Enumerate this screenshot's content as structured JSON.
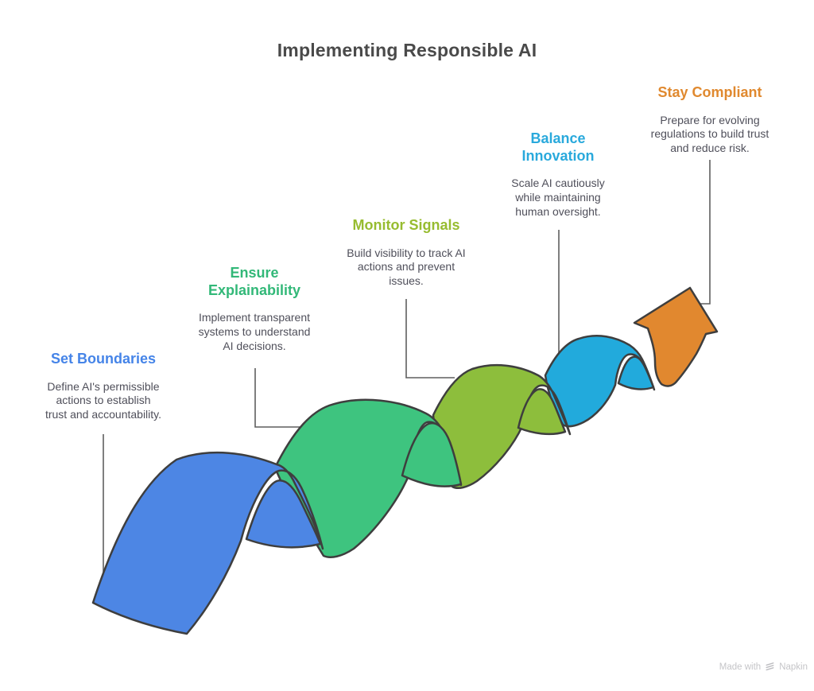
{
  "title": "Implementing Responsible AI",
  "stages": [
    {
      "heading": "Set Boundaries",
      "heading_lines": [
        "Set Boundaries"
      ],
      "description": "Define AI's permissible actions to establish trust and accountability.",
      "desc_lines": [
        "Define AI's permissible",
        "actions to establish",
        "trust and accountability."
      ],
      "color": "#4584E8",
      "fill": "#4D86E4"
    },
    {
      "heading": "Ensure Explainability",
      "heading_lines": [
        "Ensure",
        "Explainability"
      ],
      "description": "Implement transparent systems to understand AI decisions.",
      "desc_lines": [
        "Implement transparent",
        "systems to understand",
        "AI decisions."
      ],
      "color": "#32B878",
      "fill": "#3EC47F"
    },
    {
      "heading": "Monitor Signals",
      "heading_lines": [
        "Monitor Signals"
      ],
      "description": "Build visibility to track AI actions and prevent issues.",
      "desc_lines": [
        "Build visibility to track AI",
        "actions and prevent",
        "issues."
      ],
      "color": "#97BC30",
      "fill": "#8DBE3C"
    },
    {
      "heading": "Balance Innovation",
      "heading_lines": [
        "Balance",
        "Innovation"
      ],
      "description": "Scale AI cautiously while maintaining human oversight.",
      "desc_lines": [
        "Scale AI cautiously",
        "while maintaining",
        "human oversight."
      ],
      "color": "#29A9DC",
      "fill": "#22AADC"
    },
    {
      "heading": "Stay Compliant",
      "heading_lines": [
        "Stay Compliant"
      ],
      "description": "Prepare for evolving regulations to build trust and reduce risk.",
      "desc_lines": [
        "Prepare for evolving",
        "regulations to build trust",
        "and reduce risk."
      ],
      "color": "#E0892F",
      "fill": "#E1882F"
    }
  ],
  "watermark": {
    "prefix": "Made with",
    "brand": "Napkin"
  },
  "colors": {
    "outline": "#3E3E3E",
    "connector": "#5F5F5F",
    "title_text": "#4A4A4A",
    "description_text": "#4F4F5A",
    "watermark_text": "#C5C5C8",
    "background": "#FFFFFF"
  }
}
